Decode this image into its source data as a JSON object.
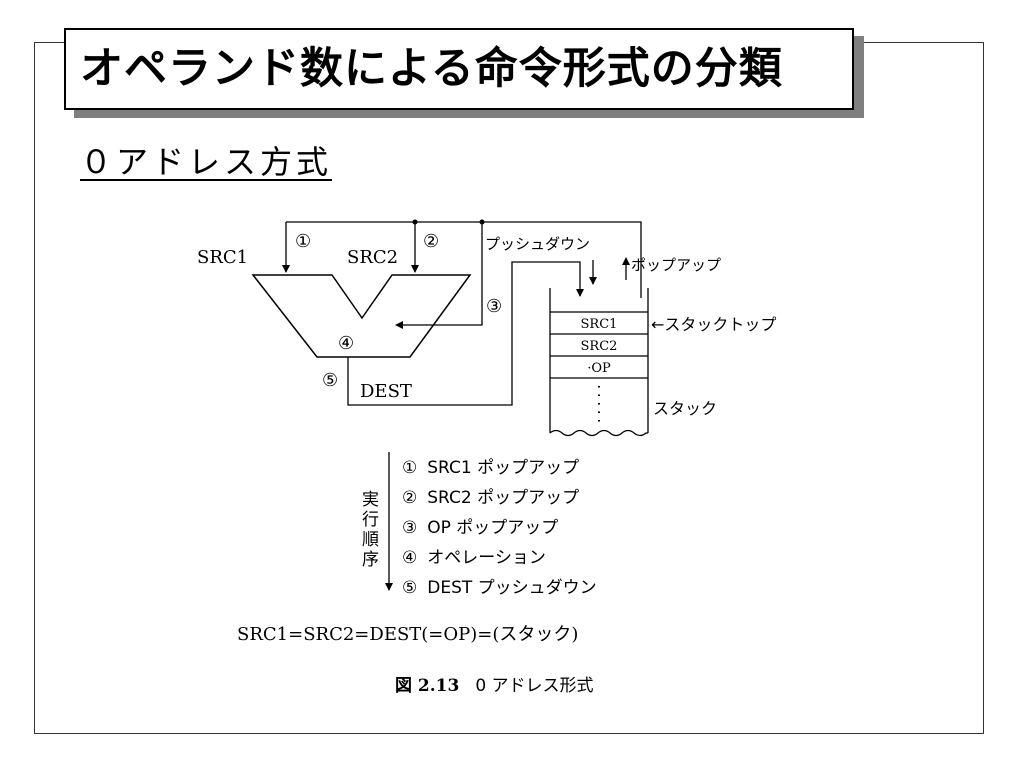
{
  "slide": {
    "title": "オペランド数による命令形式の分類",
    "subtitle": "０アドレス方式"
  },
  "diagram": {
    "src1_label": "SRC1",
    "src2_label": "SRC2",
    "dest_label": "DEST",
    "markers": [
      "①",
      "②",
      "③",
      "④",
      "⑤"
    ],
    "push_label": "プッシュダウン",
    "pop_label": "ポップアップ",
    "stack_cells": [
      "SRC1",
      "SRC2",
      "·OP"
    ],
    "stack_top_label": "←スタックトップ",
    "stack_label": "スタック",
    "vertical_label_chars": [
      "実",
      "行",
      "順",
      "序"
    ],
    "steps": [
      {
        "num": "①",
        "text": "SRC1 ポップアップ"
      },
      {
        "num": "②",
        "text": "SRC2 ポップアップ"
      },
      {
        "num": "③",
        "text": "OP  ポップアップ"
      },
      {
        "num": "④",
        "text": "オペレーション"
      },
      {
        "num": "⑤",
        "text": "DEST プッシュダウン"
      }
    ],
    "equation": "SRC1=SRC2=DEST(=OP)=(スタック)",
    "caption_number": "図 2.13",
    "caption_text": "0 アドレス形式"
  }
}
